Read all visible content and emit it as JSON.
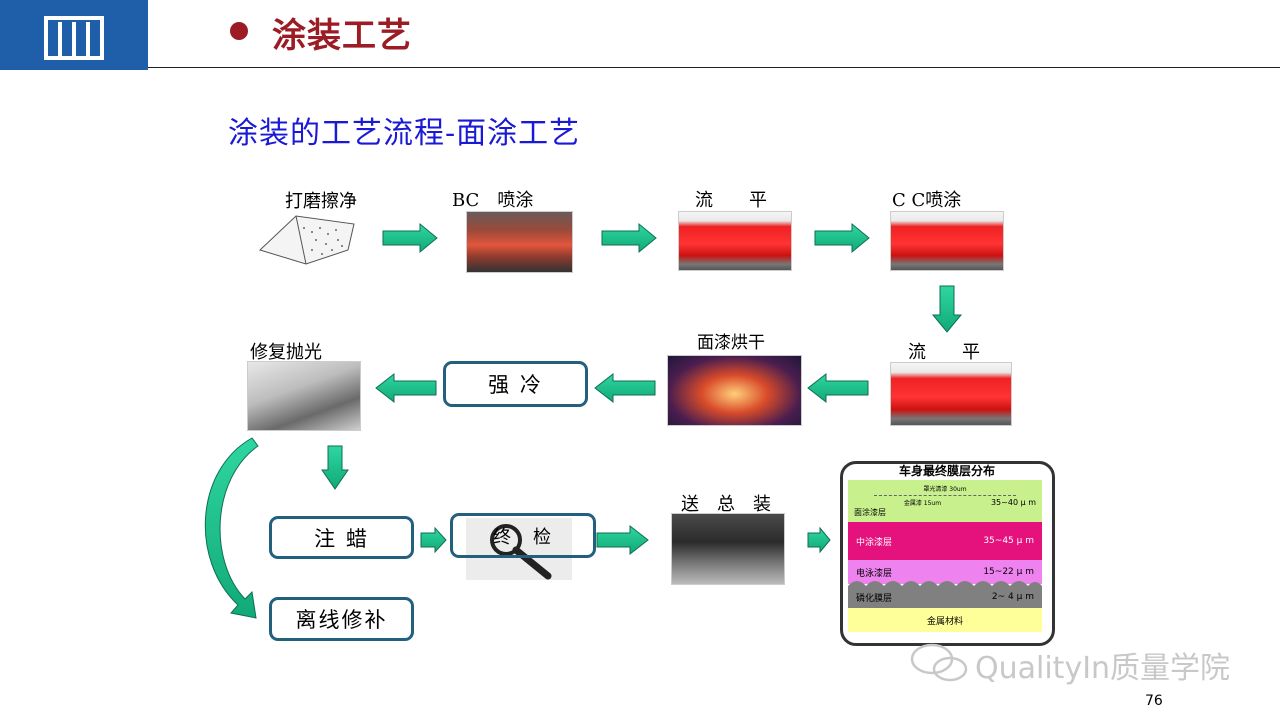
{
  "header": {
    "title": "涂装工艺",
    "accent_color": "#9b1c24",
    "logo_color": "#1f5ea8"
  },
  "subtitle": "涂装的工艺流程-面涂工艺",
  "steps": {
    "sanding": "打磨擦净",
    "bc_spray": "BC　喷涂",
    "leveling1": "流　　平",
    "cc_spray": "C C喷涂",
    "leveling2": "流　　平",
    "topcoat_bake": "面漆烘干",
    "forced_cooling": "强 冷",
    "repair_polish": "修复抛光",
    "wax_injection": "注 蜡",
    "inspection": "终　检",
    "to_assembly": "送　总　装",
    "offline_repair": "离线修补"
  },
  "film_layers": {
    "title": "车身最终膜层分布",
    "clear_coat_note": "罩光清漆 30um",
    "metal_coat_note": "金属漆 15um",
    "layers": [
      {
        "name": "面涂漆层",
        "thickness": "35~40 μ m",
        "color": "#c8f08c"
      },
      {
        "name": "中涂漆层",
        "thickness": "35~45 μ m",
        "color": "#e5127d"
      },
      {
        "name": "电泳漆层",
        "thickness": "15~22 μ m",
        "color": "#ee82ee"
      },
      {
        "name": "磷化膜层",
        "thickness": "2~ 4 μ m",
        "color": "#808080"
      },
      {
        "name": "金属材料",
        "thickness": "",
        "color": "#ffff99"
      }
    ]
  },
  "arrow_color": "#19c08a",
  "watermark": "QualityIn质量学院",
  "page_number": "76"
}
